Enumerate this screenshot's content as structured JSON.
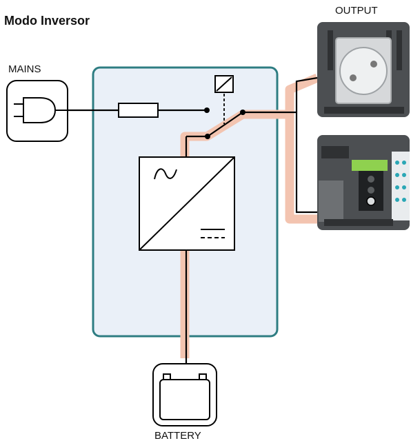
{
  "title": "Modo Inversor",
  "labels": {
    "mains": "MAINS",
    "output": "OUTPUT",
    "battery": "BATTERY"
  },
  "colors": {
    "enclosure_fill": "#eaf0f8",
    "enclosure_stroke": "#2e7d82",
    "power_path": "#f3c4b0",
    "wire": "#000000",
    "terminal_green": "#8fd14f",
    "terminal_dots": "#2aa7b5"
  },
  "icons": [
    "plug-icon",
    "battery-icon",
    "socket-photo",
    "terminal-block-photo",
    "relay-icon",
    "fuse-icon",
    "inverter-icon"
  ]
}
